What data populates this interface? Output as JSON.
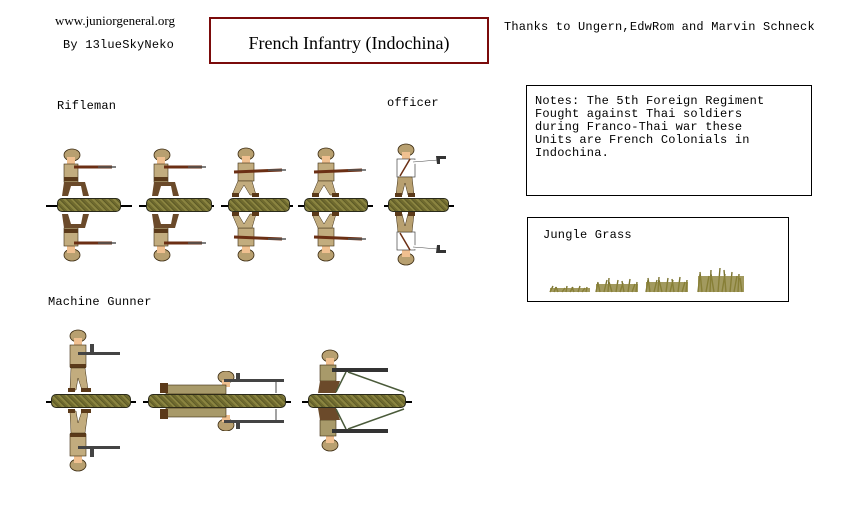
{
  "header": {
    "site": "www.juniorgeneral.org",
    "author": "By 13lueSkyNeko",
    "title": "French Infantry (Indochina)",
    "thanks": "Thanks to Ungern,EdwRom and Marvin Schneck"
  },
  "notes": {
    "text": "Notes: The 5th Foreign Regiment\nFought against Thai soldiers\nduring Franco-Thai war these\nUnits are French Colonials in\nIndochina."
  },
  "grass": {
    "label": "Jungle Grass",
    "sizes": [
      "small",
      "medium",
      "large",
      "extra-large"
    ]
  },
  "sections": {
    "rifleman": "Rifleman",
    "officer": "officer",
    "machine_gunner": "Machine Gunner"
  },
  "colors": {
    "title_border": "#7b0b0b",
    "khaki": "#c2ac7e",
    "helmet": "#b8a070",
    "rifle_wood": "#6b2f14",
    "base_green": "#6f6a2e"
  }
}
